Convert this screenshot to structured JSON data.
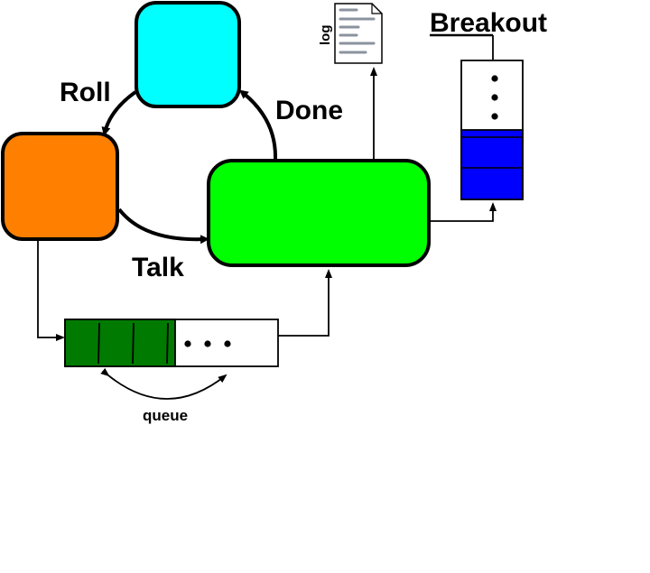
{
  "labels": {
    "roll": "Roll",
    "done": "Done",
    "talk": "Talk",
    "breakout": "Breakout",
    "queue": "queue",
    "log": "log"
  },
  "colors": {
    "roll_state": "#00FFFF",
    "talk_state": "#FF8000",
    "main_state": "#00FF00",
    "queue_filled": "#007A00",
    "breakout_filled": "#0000FF",
    "stroke": "#000000"
  },
  "icons": {
    "log": "document-icon"
  }
}
